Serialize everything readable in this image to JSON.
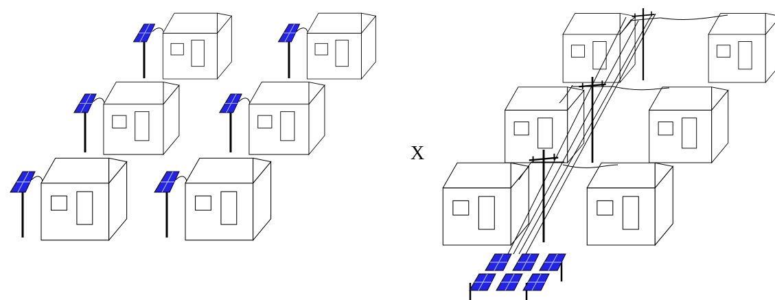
{
  "vs_label": "X",
  "colors": {
    "panel_fill": "#2323e6",
    "panel_grid": "#aab4ff",
    "line": "#000000",
    "house_fill": "#ffffff"
  },
  "left_scene": {
    "concept": "individual-solar-home-systems",
    "house_count": 6,
    "panel_per_house": 1
  },
  "right_scene": {
    "concept": "solar-mini-grid",
    "house_count": 6,
    "pole_count": 3,
    "central_panel_array": 6
  },
  "icons": [
    "house-icon",
    "solar-panel-icon",
    "utility-pole-icon",
    "panel-array-icon"
  ]
}
